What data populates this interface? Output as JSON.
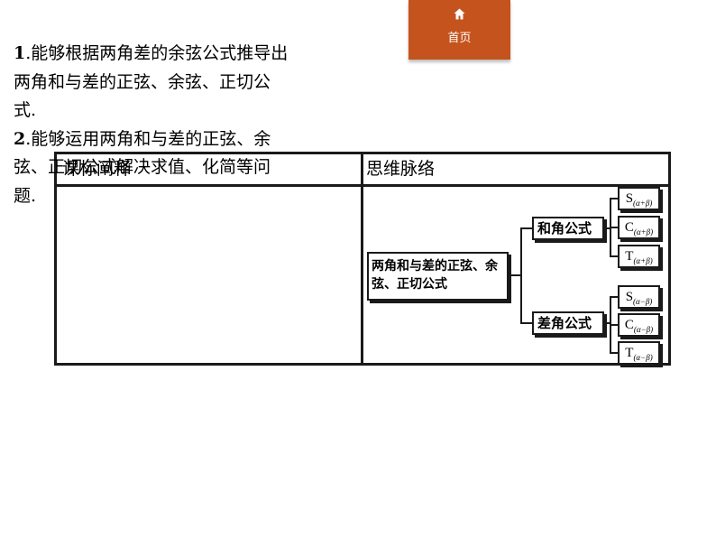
{
  "nav": {
    "home_label": "首页"
  },
  "table": {
    "headers": {
      "left": "课标阐释",
      "right": "思维脉络"
    },
    "objectives": [
      {
        "num": "1",
        "text": ".能够根据两角差的余弦公式推导出两角和与差的正弦、余弦、正切公式."
      },
      {
        "num": "2",
        "text": ".能够运用两角和与差的正弦、余弦、正切公式解决求值、化简等问题."
      }
    ]
  },
  "mindmap": {
    "root": "两角和与差的正弦、余弦、正切公式",
    "branches": [
      {
        "label": "和角公式",
        "leaves": [
          {
            "base": "S",
            "sub": "(α+β)"
          },
          {
            "base": "C",
            "sub": "(α+β)"
          },
          {
            "base": "T",
            "sub": "(α+β)"
          }
        ]
      },
      {
        "label": "差角公式",
        "leaves": [
          {
            "base": "S",
            "sub": "(α−β)"
          },
          {
            "base": "C",
            "sub": "(α−β)"
          },
          {
            "base": "T",
            "sub": "(α−β)"
          }
        ]
      }
    ]
  }
}
